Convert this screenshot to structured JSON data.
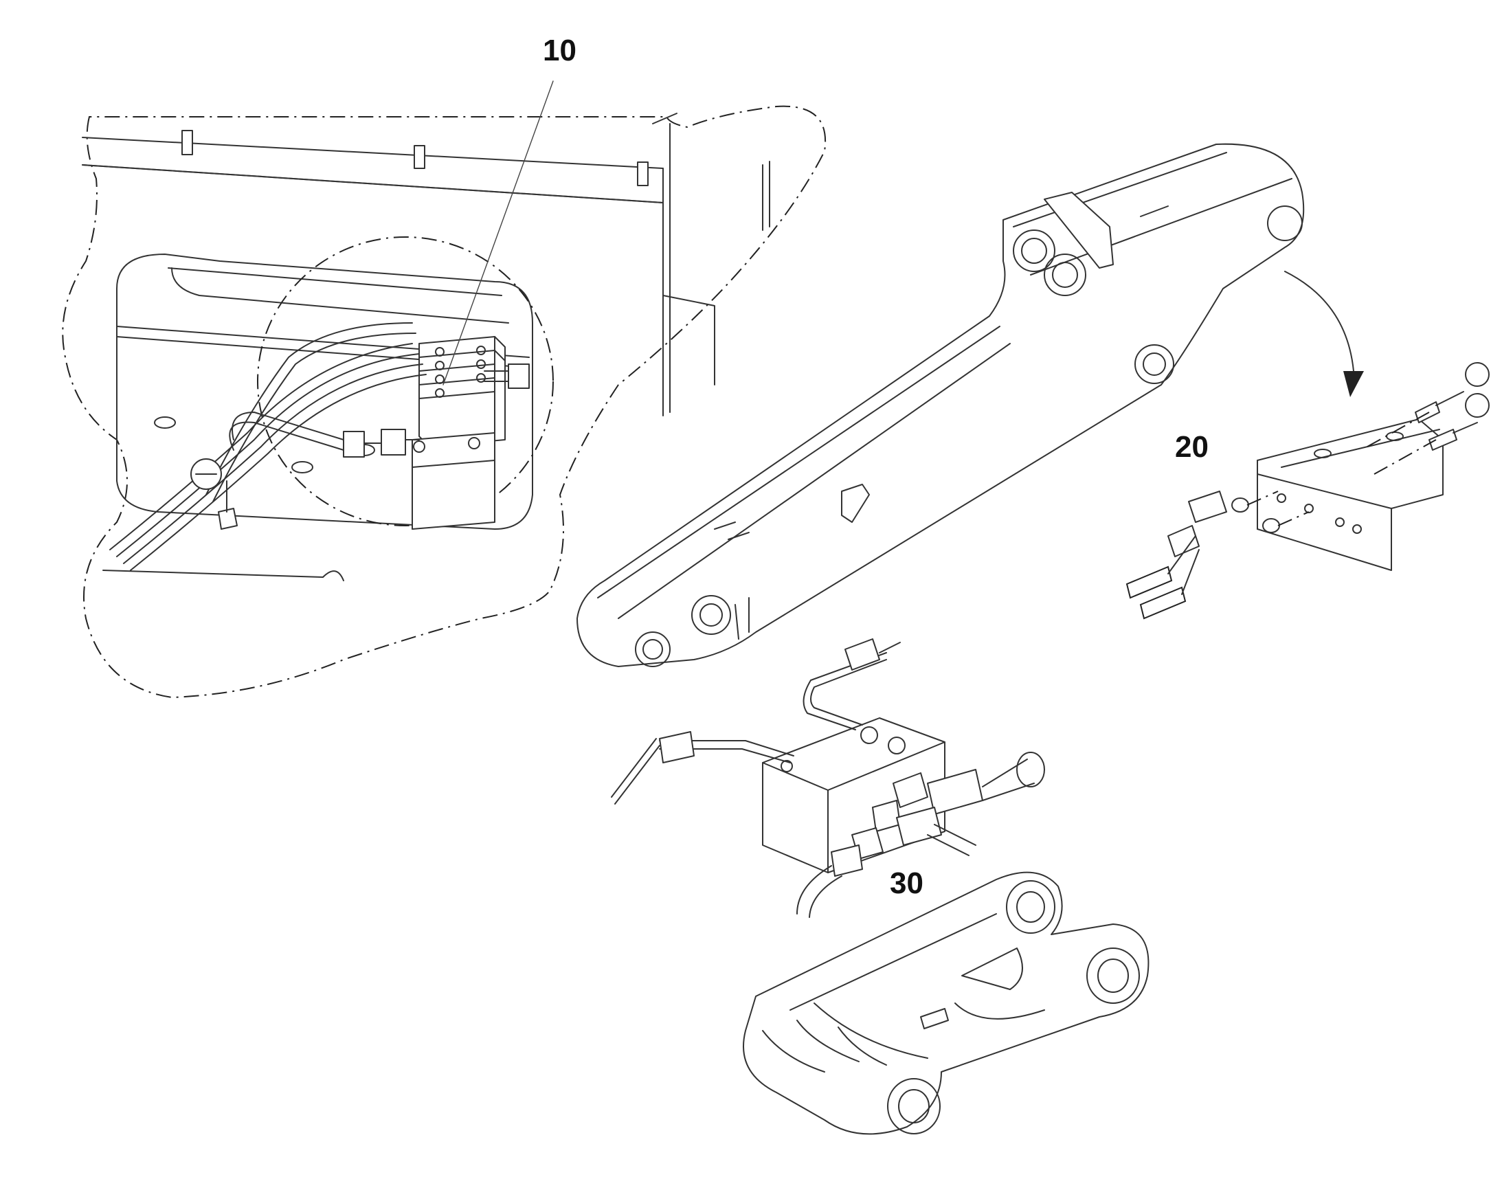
{
  "callouts": {
    "item_10": "10",
    "item_20": "20",
    "item_30": "30"
  },
  "colors": {
    "line": "#333333",
    "background": "#ffffff"
  }
}
